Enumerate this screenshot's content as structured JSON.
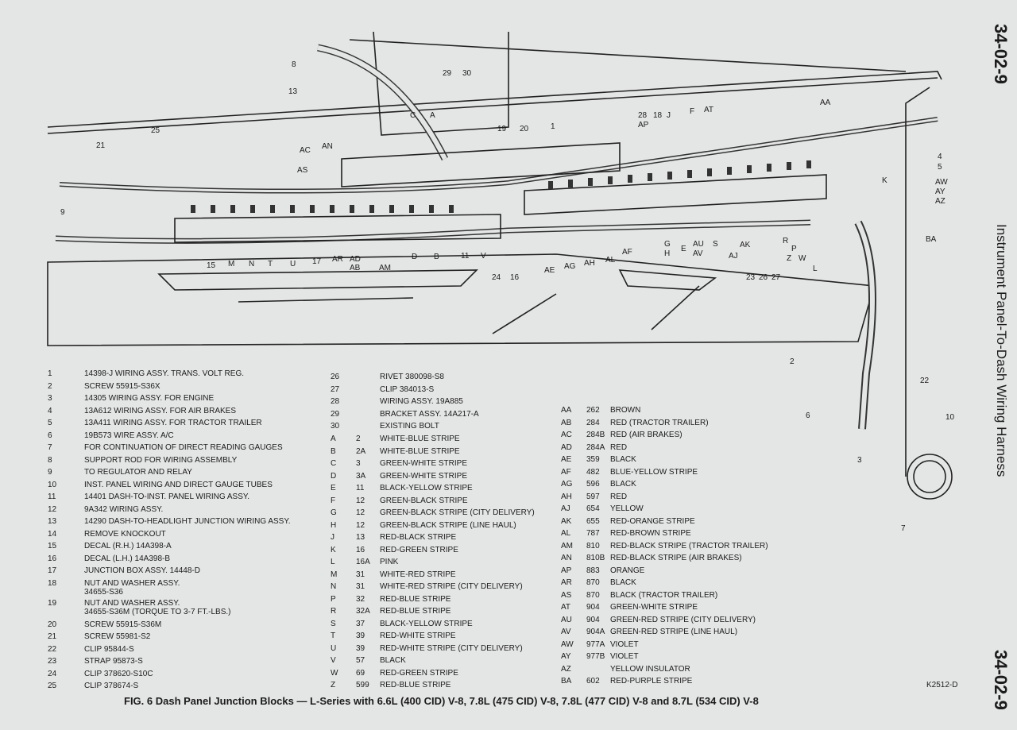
{
  "page": {
    "header_code": "34-02-9",
    "footer_code": "34-02-9",
    "side_title": "Instrument Panel-To-Dash Wiring Harness",
    "figure_ref": "K2512-D",
    "caption": "FIG. 6  Dash Panel Junction Blocks — L-Series with 6.6L (400 CID) V-8, 7.8L (475 CID) V-8, 7.8L (477 CID) V-8 and 8.7L (534 CID) V-8"
  },
  "diagram_labels": [
    "1",
    "2",
    "3",
    "4",
    "5",
    "6",
    "7",
    "8",
    "9",
    "10",
    "11",
    "13",
    "15",
    "16",
    "17",
    "18",
    "19",
    "20",
    "21",
    "22",
    "23",
    "24",
    "25",
    "26",
    "27",
    "28",
    "29",
    "30",
    "A",
    "B",
    "C",
    "D",
    "E",
    "F",
    "G",
    "H",
    "J",
    "K",
    "L",
    "M",
    "N",
    "P",
    "R",
    "S",
    "T",
    "U",
    "V",
    "W",
    "Z",
    "AA",
    "AB",
    "AC",
    "AD",
    "AE",
    "AF",
    "AG",
    "AH",
    "AJ",
    "AK",
    "AL",
    "AM",
    "AN",
    "AP",
    "AR",
    "AS",
    "AT",
    "AU",
    "AV",
    "AW",
    "AY",
    "AZ",
    "BA"
  ],
  "legend_parts": [
    {
      "key": "1",
      "desc": "14398-J WIRING ASSY. TRANS. VOLT REG."
    },
    {
      "key": "2",
      "desc": "SCREW 55915-S36X"
    },
    {
      "key": "3",
      "desc": "14305 WIRING ASSY. FOR ENGINE"
    },
    {
      "key": "4",
      "desc": "13A612  WIRING ASSY. FOR AIR BRAKES"
    },
    {
      "key": "5",
      "desc": "13A411 WIRING ASSY. FOR TRACTOR TRAILER"
    },
    {
      "key": "6",
      "desc": "19B573 WIRE ASSY. A/C"
    },
    {
      "key": "7",
      "desc": "FOR CONTINUATION OF DIRECT READING GAUGES"
    },
    {
      "key": "8",
      "desc": "SUPPORT ROD FOR WIRING ASSEMBLY"
    },
    {
      "key": "9",
      "desc": "TO REGULATOR AND RELAY"
    },
    {
      "key": "10",
      "desc": "INST. PANEL WIRING AND DIRECT GAUGE TUBES"
    },
    {
      "key": "11",
      "desc": "14401 DASH-TO-INST. PANEL WIRING ASSY."
    },
    {
      "key": "12",
      "desc": "9A342 WIRING ASSY."
    },
    {
      "key": "13",
      "desc": "14290 DASH-TO-HEADLIGHT JUNCTION WIRING ASSY."
    },
    {
      "key": "14",
      "desc": "REMOVE KNOCKOUT"
    },
    {
      "key": "15",
      "desc": "DECAL (R.H.) 14A398-A"
    },
    {
      "key": "16",
      "desc": "DECAL (L.H.) 14A398-B"
    },
    {
      "key": "17",
      "desc": "JUNCTION BOX ASSY. 14448-D"
    },
    {
      "key": "18",
      "desc": "NUT AND WASHER ASSY.\n34655-S36"
    },
    {
      "key": "19",
      "desc": "NUT AND WASHER ASSY.\n34655-S36M (TORQUE TO 3-7 FT.-LBS.)"
    },
    {
      "key": "20",
      "desc": "SCREW 55915-S36M"
    },
    {
      "key": "21",
      "desc": "SCREW 55981-S2"
    },
    {
      "key": "22",
      "desc": "CLIP 95844-S"
    },
    {
      "key": "23",
      "desc": "STRAP 95873-S"
    },
    {
      "key": "24",
      "desc": "CLIP 378620-S10C"
    },
    {
      "key": "25",
      "desc": "CLIP 378674-S"
    }
  ],
  "legend_parts2": [
    {
      "key": "26",
      "desc": "RIVET 380098-S8"
    },
    {
      "key": "27",
      "desc": "CLIP 384013-S"
    },
    {
      "key": "28",
      "desc": "WIRING ASSY. 19A885"
    },
    {
      "key": "29",
      "desc": "BRACKET ASSY. 14A217-A"
    },
    {
      "key": "30",
      "desc": "EXISTING BOLT"
    }
  ],
  "legend_wires": [
    {
      "key": "A",
      "circuit": "2",
      "color": "WHITE-BLUE STRIPE"
    },
    {
      "key": "B",
      "circuit": "2A",
      "color": "WHITE-BLUE STRIPE"
    },
    {
      "key": "C",
      "circuit": "3",
      "color": "GREEN-WHITE STRIPE"
    },
    {
      "key": "D",
      "circuit": "3A",
      "color": "GREEN-WHITE STRIPE"
    },
    {
      "key": "E",
      "circuit": "11",
      "color": "BLACK-YELLOW STRIPE"
    },
    {
      "key": "F",
      "circuit": "12",
      "color": "GREEN-BLACK STRIPE"
    },
    {
      "key": "G",
      "circuit": "12",
      "color": "GREEN-BLACK STRIPE (CITY DELIVERY)"
    },
    {
      "key": "H",
      "circuit": "12",
      "color": "GREEN-BLACK STRIPE (LINE HAUL)"
    },
    {
      "key": "J",
      "circuit": "13",
      "color": "RED-BLACK STRIPE"
    },
    {
      "key": "K",
      "circuit": "16",
      "color": "RED-GREEN STRIPE"
    },
    {
      "key": "L",
      "circuit": "16A",
      "color": "PINK"
    },
    {
      "key": "M",
      "circuit": "31",
      "color": "WHITE-RED STRIPE"
    },
    {
      "key": "N",
      "circuit": "31",
      "color": "WHITE-RED STRIPE (CITY DELIVERY)"
    },
    {
      "key": "P",
      "circuit": "32",
      "color": "RED-BLUE STRIPE"
    },
    {
      "key": "R",
      "circuit": "32A",
      "color": "RED-BLUE STRIPE"
    },
    {
      "key": "S",
      "circuit": "37",
      "color": "BLACK-YELLOW STRIPE"
    },
    {
      "key": "T",
      "circuit": "39",
      "color": "RED-WHITE STRIPE"
    },
    {
      "key": "U",
      "circuit": "39",
      "color": "RED-WHITE STRIPE (CITY DELIVERY)"
    },
    {
      "key": "V",
      "circuit": "57",
      "color": "BLACK"
    },
    {
      "key": "W",
      "circuit": "69",
      "color": "RED-GREEN STRIPE"
    },
    {
      "key": "Z",
      "circuit": "599",
      "color": "RED-BLUE STRIPE"
    }
  ],
  "legend_wires2": [
    {
      "key": "AA",
      "circuit": "262",
      "color": "BROWN"
    },
    {
      "key": "AB",
      "circuit": "284",
      "color": "RED (TRACTOR TRAILER)"
    },
    {
      "key": "AC",
      "circuit": "284B",
      "color": "RED (AIR BRAKES)"
    },
    {
      "key": "AD",
      "circuit": "284A",
      "color": "RED"
    },
    {
      "key": "AE",
      "circuit": "359",
      "color": "BLACK"
    },
    {
      "key": "AF",
      "circuit": "482",
      "color": "BLUE-YELLOW STRIPE"
    },
    {
      "key": "AG",
      "circuit": "596",
      "color": "BLACK"
    },
    {
      "key": "AH",
      "circuit": "597",
      "color": "RED"
    },
    {
      "key": "AJ",
      "circuit": "654",
      "color": "YELLOW"
    },
    {
      "key": "AK",
      "circuit": "655",
      "color": "RED-ORANGE STRIPE"
    },
    {
      "key": "AL",
      "circuit": "787",
      "color": "RED-BROWN STRIPE"
    },
    {
      "key": "AM",
      "circuit": "810",
      "color": "RED-BLACK STRIPE (TRACTOR TRAILER)"
    },
    {
      "key": "AN",
      "circuit": "810B",
      "color": "RED-BLACK STRIPE (AIR BRAKES)"
    },
    {
      "key": "AP",
      "circuit": "883",
      "color": "ORANGE"
    },
    {
      "key": "AR",
      "circuit": "870",
      "color": "BLACK"
    },
    {
      "key": "AS",
      "circuit": "870",
      "color": "BLACK (TRACTOR TRAILER)"
    },
    {
      "key": "AT",
      "circuit": "904",
      "color": "GREEN-WHITE STRIPE"
    },
    {
      "key": "AU",
      "circuit": "904",
      "color": "GREEN-RED STRIPE (CITY DELIVERY)"
    },
    {
      "key": "AV",
      "circuit": "904A",
      "color": "GREEN-RED STRIPE (LINE HAUL)"
    },
    {
      "key": "AW",
      "circuit": "977A",
      "color": "VIOLET"
    },
    {
      "key": "AY",
      "circuit": "977B",
      "color": "VIOLET"
    },
    {
      "key": "AZ",
      "circuit": "",
      "color": "YELLOW INSULATOR"
    },
    {
      "key": "BA",
      "circuit": "602",
      "color": "RED-PURPLE STRIPE"
    }
  ]
}
